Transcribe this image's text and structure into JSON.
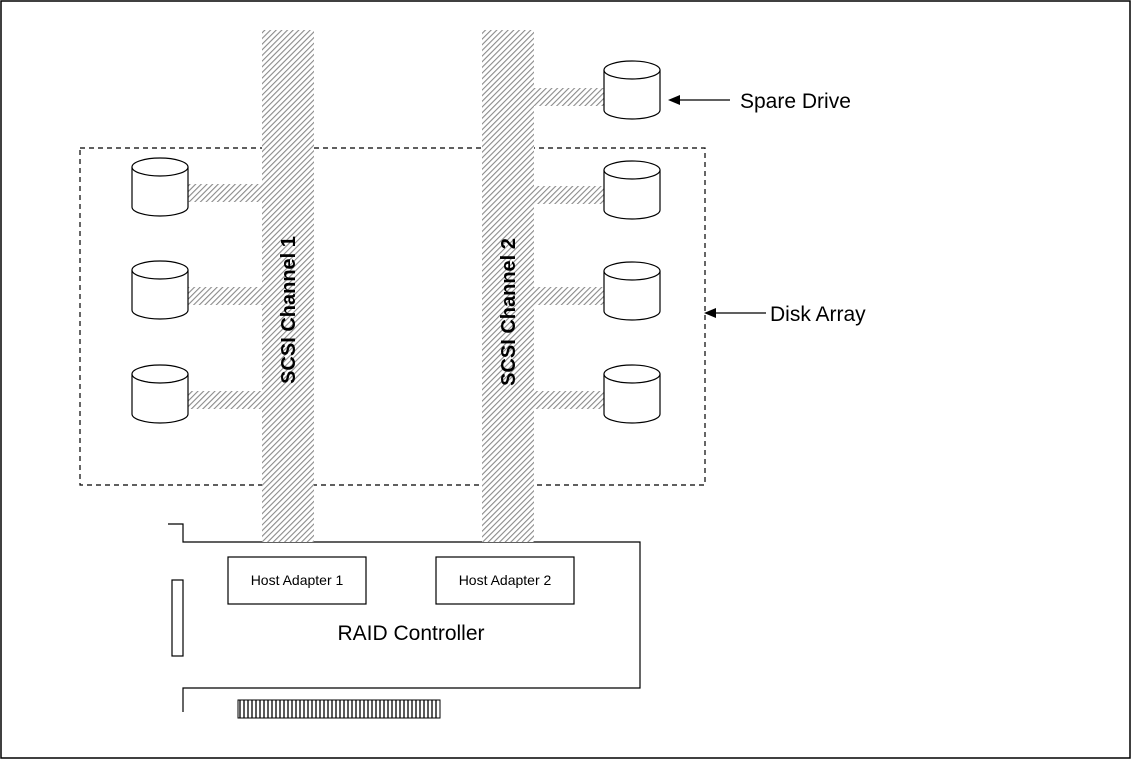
{
  "channels": [
    {
      "label": "SCSI Channel 1"
    },
    {
      "label": "SCSI Channel 2"
    }
  ],
  "adapters": [
    {
      "label": "Host Adapter 1"
    },
    {
      "label": "Host Adapter 2"
    }
  ],
  "controller": {
    "label": "RAID Controller"
  },
  "callouts": {
    "spare": "Spare Drive",
    "array": "Disk Array"
  },
  "drives": {
    "channel_1_array_count": 3,
    "channel_2_array_count": 3,
    "channel_2_spare_count": 1
  },
  "colors": {
    "line": "#000000",
    "background": "#ffffff",
    "bus_hatch": "#8a8a8a"
  }
}
